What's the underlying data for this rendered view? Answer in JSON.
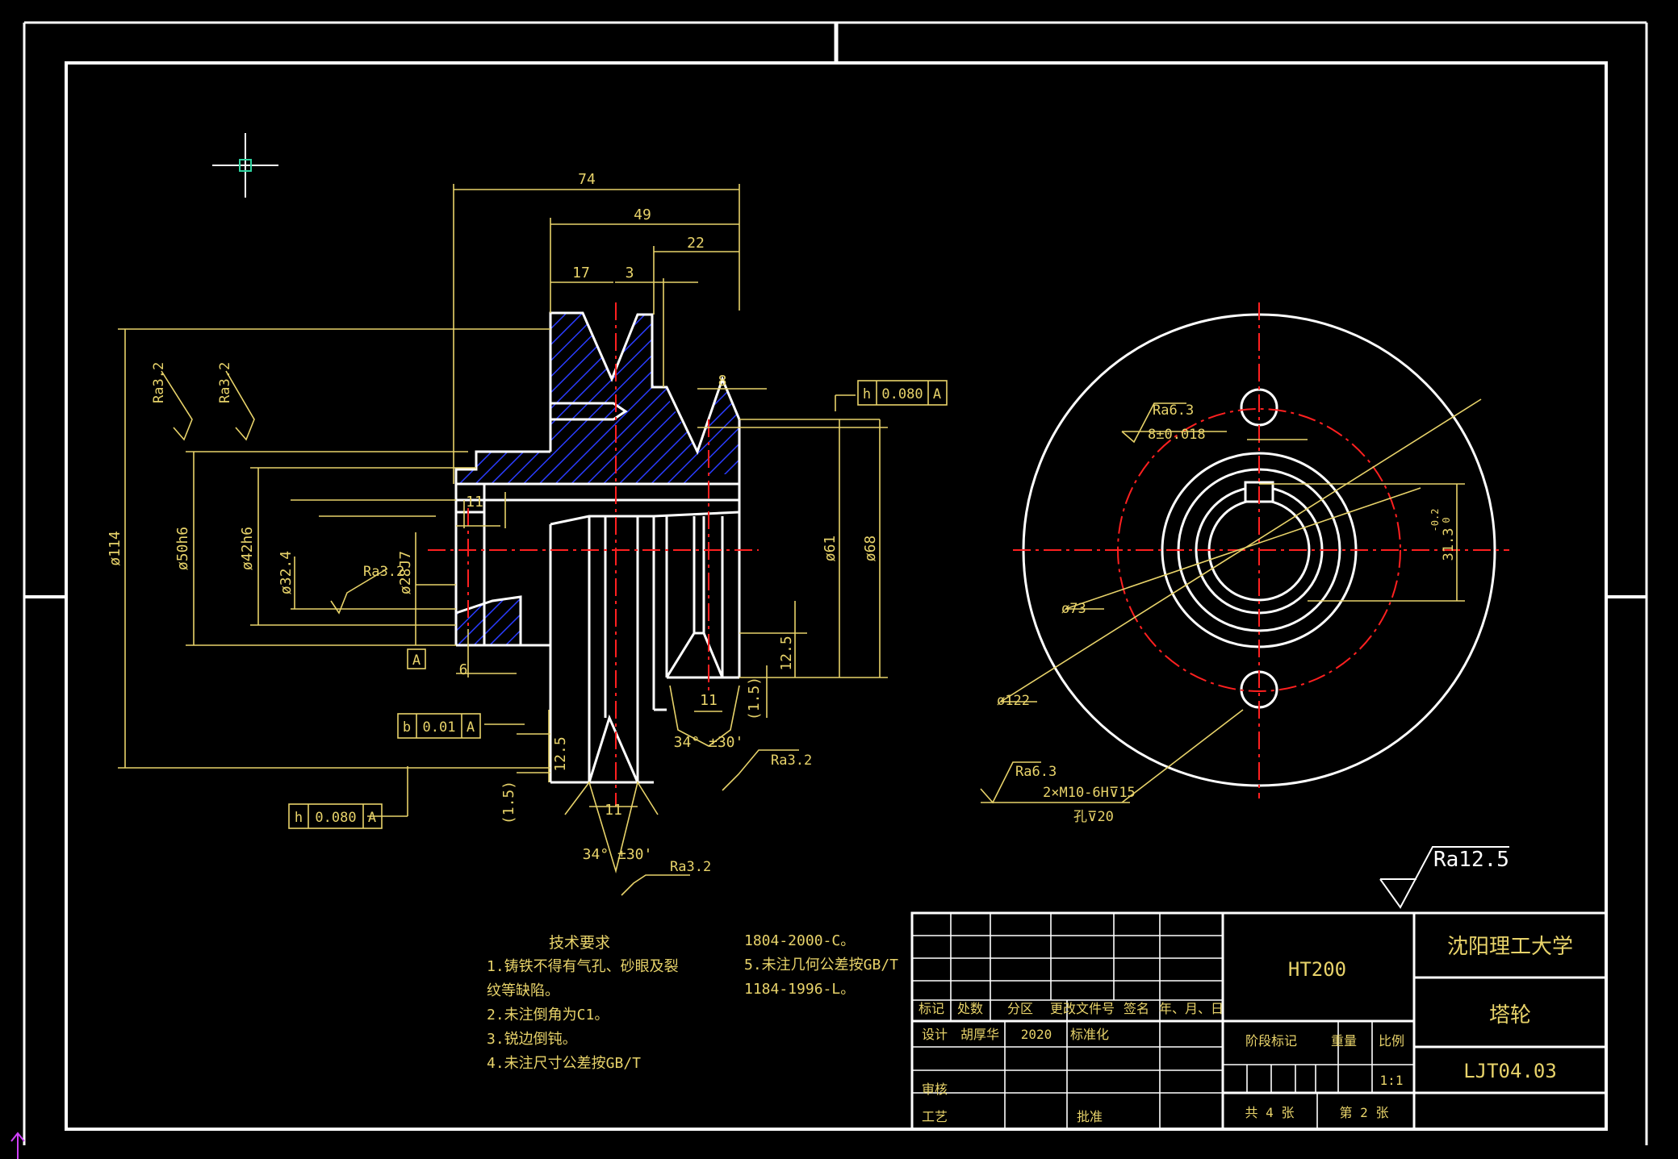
{
  "colors": {
    "background": "#000000",
    "frame": "#ffffff",
    "dimension": "#e8d36a",
    "center_line": "#ff2020",
    "hatch": "#2a3cff",
    "cursor": "#2ed3a0"
  },
  "dims": {
    "d74": "74",
    "d49": "49",
    "d22": "22",
    "d17": "17",
    "d3": "3",
    "d8": "8",
    "d11a": "11",
    "d6": "6",
    "d114": "ø114",
    "d50": "ø50h6",
    "d42": "ø42h6",
    "d32": "ø32.4",
    "d28": "ø28J7",
    "d61": "ø61",
    "d68": "ø68",
    "d12_5a": "12.5",
    "d12_5b": "12.5",
    "d11b": "11",
    "d11c": "11",
    "d1_5a": "(1.5)",
    "d1_5b": "(1.5)",
    "angle1": "34° ±30'",
    "angle2": "34° ±30'",
    "ra1": "Ra3.2",
    "ra2": "Ra3.2",
    "ra3": "Ra3.2",
    "ra4": "Ra3.2",
    "ra5": "Ra3.2",
    "datum": "A"
  },
  "tolerances": {
    "t1": {
      "symbol": "h",
      "value": "0.080",
      "datum": "A"
    },
    "t2": {
      "symbol": "b",
      "value": "0.01",
      "datum": "A"
    },
    "t3": {
      "symbol": "h",
      "value": "0.080",
      "datum": "A"
    }
  },
  "side_view": {
    "ra_key": "Ra6.3",
    "key_width": "8±0.018",
    "key_depth": "31.3",
    "key_depth_tol": "-0.2",
    "key_depth_tol2": "0",
    "d73": "ø73",
    "d122": "ø122",
    "ra_hole": "Ra6.3",
    "thread": "2×M10-6H⊽15",
    "hole_depth": "孔⊽20"
  },
  "roughness_overall": "Ra12.5",
  "tech_req": {
    "title": "技术要求",
    "lines": [
      "1.铸铁不得有气孔、砂眼及裂",
      "纹等缺陷。",
      "2.未注倒角为C1。",
      "3.锐边倒钝。",
      "4.未注尺寸公差按GB/T"
    ],
    "lines2": [
      "1804-2000-C。",
      "5.未注几何公差按GB/T",
      "1184-1996-L。"
    ]
  },
  "title_block": {
    "material": "HT200",
    "school": "沈阳理工大学",
    "part_name": "塔轮",
    "drawing_no": "LJT04.03",
    "headers": [
      "标记",
      "处数",
      "分区",
      "更改文件号",
      "签名",
      "年、月、日"
    ],
    "design_label": "设计",
    "designer": "胡厚华",
    "year": "2020",
    "std_label": "标准化",
    "review_label": "审核",
    "process_label": "工艺",
    "approve_label": "批准",
    "stage_label": "阶段标记",
    "weight_label": "重量",
    "scale_label": "比例",
    "scale_value": "1:1",
    "sheets_total": "共 4 张",
    "sheet_no": "第 2 张"
  }
}
